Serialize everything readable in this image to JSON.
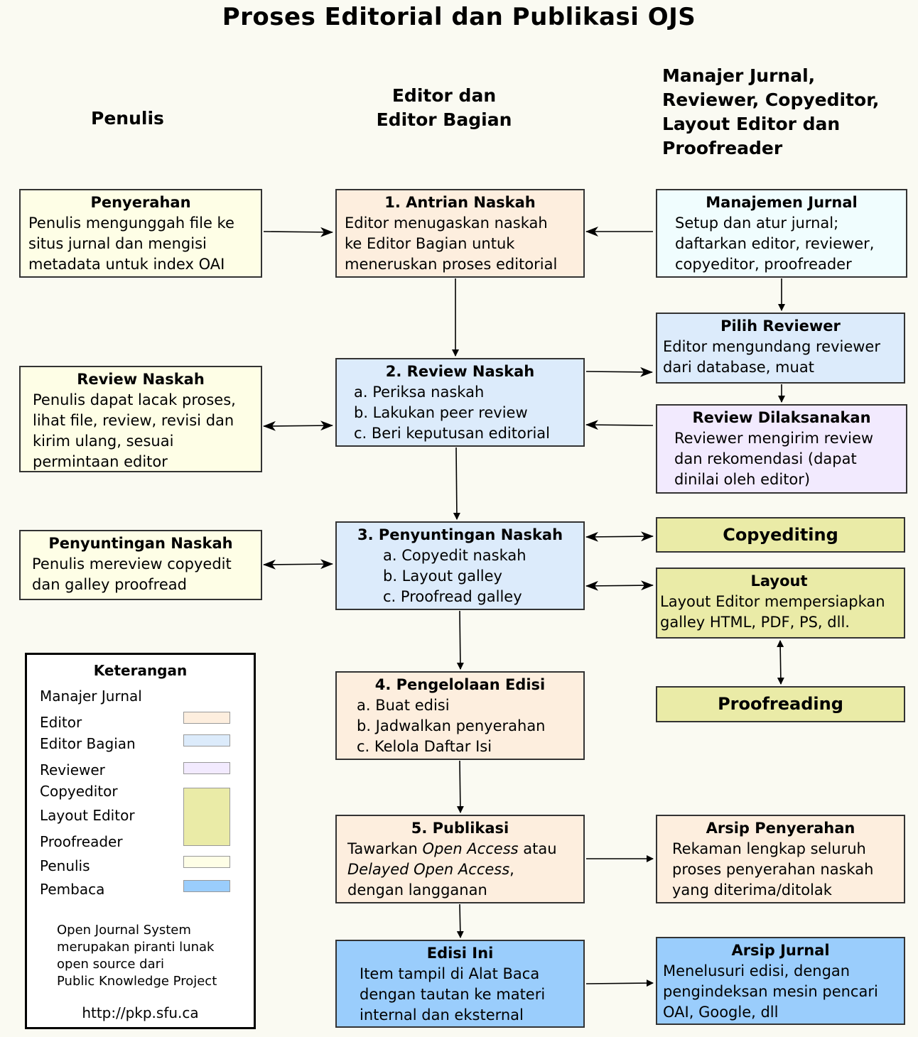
{
  "title": "Proses Editorial dan Publikasi OJS",
  "columns": {
    "penulis": "Penulis",
    "editor_1": "Editor dan",
    "editor_2": "Editor Bagian",
    "manajer_1": "Manajer Jurnal,",
    "manajer_2": "Reviewer, Copyeditor,",
    "manajer_3": "Layout Editor dan",
    "manajer_4": "Proofreader"
  },
  "boxes": {
    "penyerahan": {
      "title": "Penyerahan",
      "lines": [
        "Penulis mengunggah file ke",
        "situs jurnal dan mengisi",
        "metadata untuk index OAI"
      ]
    },
    "antrian": {
      "title": "1. Antrian Naskah",
      "lines": [
        "Editor menugaskan naskah",
        "ke Editor Bagian untuk",
        "meneruskan proses editorial"
      ]
    },
    "manajemen": {
      "title": "Manajemen Jurnal",
      "lines": [
        "Setup dan atur jurnal;",
        "daftarkan editor, reviewer,",
        "copyeditor, proofreader"
      ]
    },
    "pilih_reviewer": {
      "title": "Pilih Reviewer",
      "lines": [
        "Editor mengundang reviewer",
        "dari database, muat"
      ]
    },
    "review_naskah_penulis": {
      "title": "Review Naskah",
      "lines": [
        "Penulis dapat lacak proses,",
        "lihat file, review, revisi dan",
        "kirim ulang, sesuai",
        "permintaan editor"
      ]
    },
    "review_naskah": {
      "title": "2. Review Naskah",
      "lines": [
        "a. Periksa naskah",
        "b. Lakukan peer review",
        "c. Beri keputusan editorial"
      ]
    },
    "review_dilaksanakan": {
      "title": "Review Dilaksanakan",
      "lines": [
        "Reviewer mengirim review",
        "dan rekomendasi (dapat",
        "dinilai oleh editor)"
      ]
    },
    "penyuntingan_penulis": {
      "title": "Penyuntingan Naskah",
      "lines": [
        "Penulis mereview copyedit",
        "dan galley proofread"
      ]
    },
    "penyuntingan": {
      "title": "3. Penyuntingan Naskah",
      "lines": [
        "a. Copyedit naskah",
        "b. Layout galley",
        "c. Proofread galley"
      ]
    },
    "copyediting": {
      "title": "Copyediting"
    },
    "layout": {
      "title": "Layout",
      "lines": [
        "Layout Editor mempersiapkan",
        "galley HTML, PDF, PS, dll."
      ]
    },
    "proofreading": {
      "title": "Proofreading"
    },
    "pengelolaan": {
      "title": "4. Pengelolaan Edisi",
      "lines": [
        "a. Buat edisi",
        "b. Jadwalkan penyerahan",
        "c. Kelola Daftar Isi"
      ]
    },
    "publikasi": {
      "title": "5. Publikasi",
      "l1a": "Tawarkan ",
      "l1b": "Open Access",
      "l1c": " atau",
      "l2a": "Delayed Open Access",
      "l2b": ",",
      "l3": "dengan langganan"
    },
    "arsip_penyerahan": {
      "title": "Arsip Penyerahan",
      "lines": [
        "Rekaman lengkap seluruh",
        "proses penyerahan naskah",
        "yang diterima/ditolak"
      ]
    },
    "edisi_ini": {
      "title": "Edisi Ini",
      "lines": [
        "Item tampil di Alat Baca",
        "dengan tautan ke materi",
        "internal dan eksternal"
      ]
    },
    "arsip_jurnal": {
      "title": "Arsip Jurnal",
      "lines": [
        "Menelusuri edisi, dengan",
        "pengindeksan mesin pencari",
        "OAI, Google, dll"
      ]
    }
  },
  "legend": {
    "title": "Keterangan",
    "items": [
      "Manajer Jurnal",
      "Editor",
      "Editor Bagian",
      "Reviewer",
      "Copyeditor",
      "Layout Editor",
      "Proofreader",
      "Penulis",
      "Pembaca"
    ],
    "colors": {
      "editor": "#fdeede",
      "editor_bagian": "#dcebfb",
      "reviewer": "#f2eafe",
      "copy_layout_proof": "#eaeba7",
      "penulis": "#fefee6",
      "pembaca": "#9acdfc"
    },
    "note": "Open Journal System\nmerupakan piranti lunak\nopen source dari\nPublic Knowledge Project",
    "url": "http://pkp.sfu.ca"
  }
}
